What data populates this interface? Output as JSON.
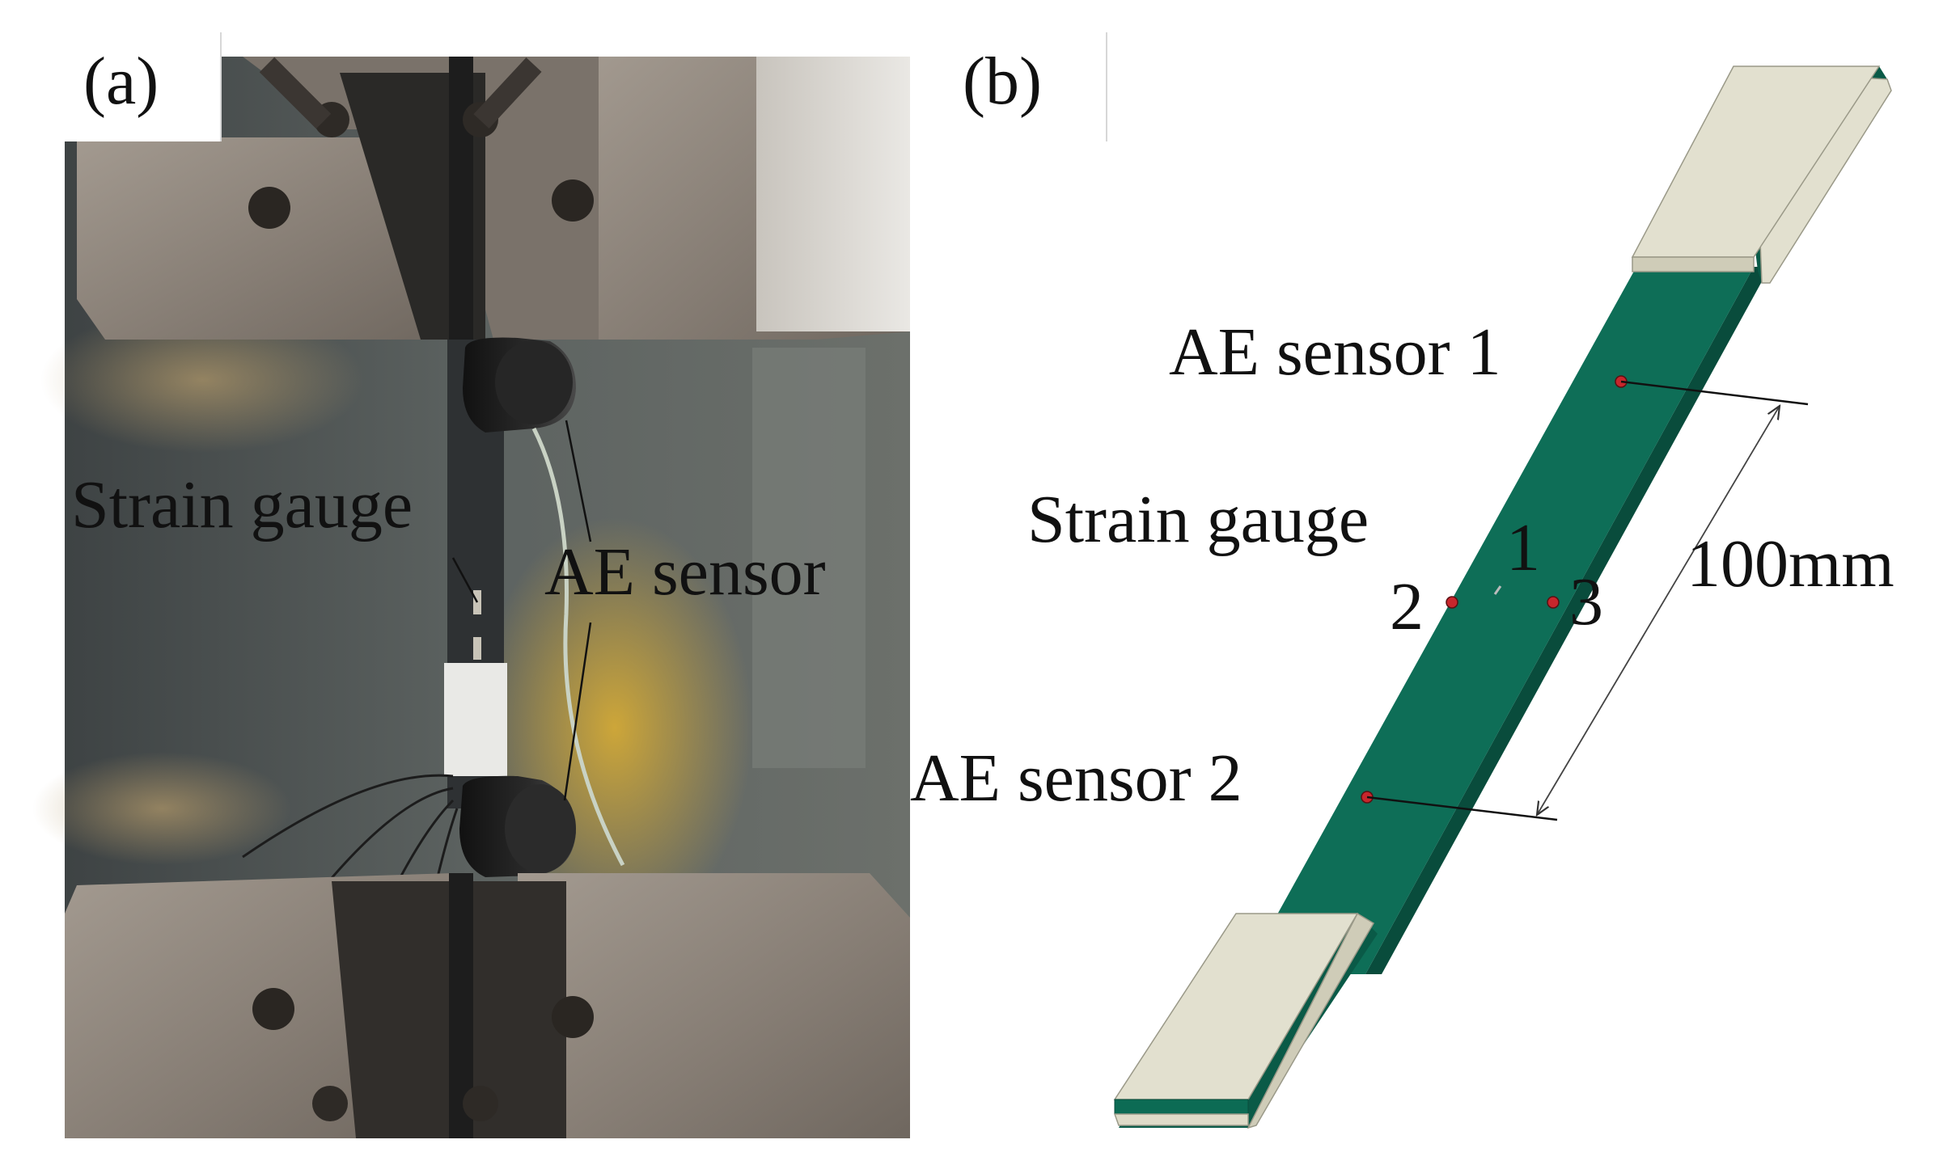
{
  "panel_a": {
    "label": "(a)",
    "strain_gauge_label": "Strain gauge",
    "ae_sensor_label": "AE sensor"
  },
  "panel_b": {
    "label": "(b)",
    "ae_sensor_1_label": "AE sensor 1",
    "ae_sensor_2_label": "AE sensor 2",
    "strain_gauge_label": "Strain gauge",
    "gauge_1_label": "1",
    "gauge_2_label": "2",
    "gauge_3_label": "3",
    "distance_label": "100mm"
  },
  "colors": {
    "specimen_green": "#0e6e57",
    "specimen_edge": "#094c3c",
    "tab_face": "#e2e0cf",
    "sensor_marker": "#c8262c",
    "grip_steel": "#8a8279",
    "photo_background": "#4a4f4e",
    "yellow_blur": "#c9a233"
  }
}
